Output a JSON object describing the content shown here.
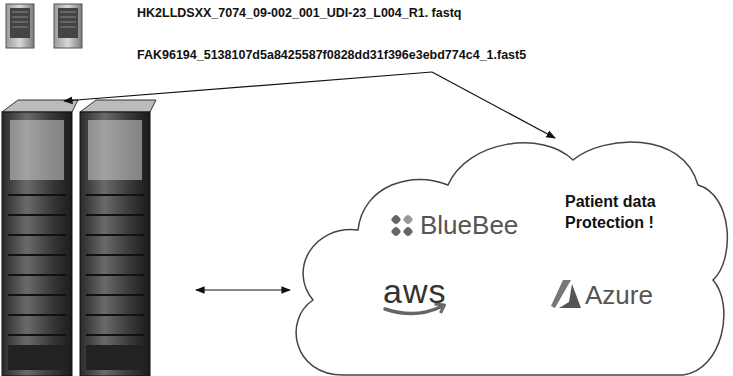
{
  "diagram": {
    "nodes": [
      {
        "text": [
          "BlueBee",
          "Patient data Protection !",
          "aws",
          "Azure"
        ]
      }
    ],
    "labels": [
      "HK2LLDSXX_7074_09-002_001_UDI-23_L004_R1. fastq",
      "FAK96194_5138107d5a8425587f0828dd31f396e3ebd774c4_1.fast5"
    ]
  }
}
